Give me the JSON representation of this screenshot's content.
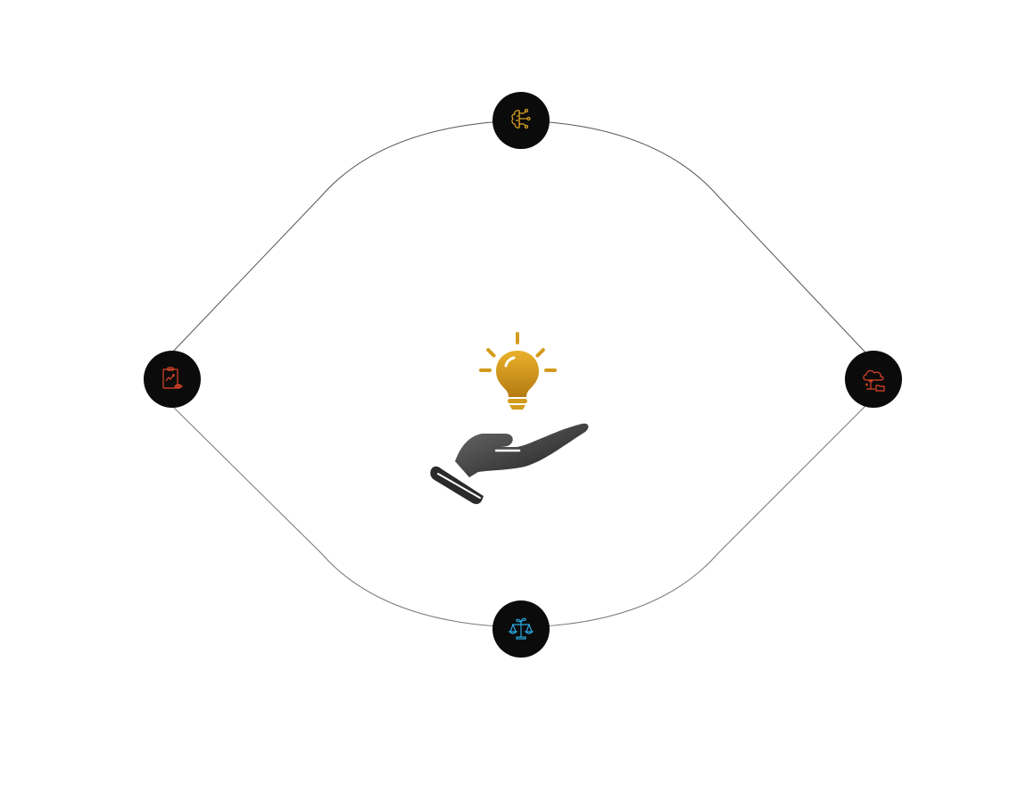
{
  "diagram": {
    "center": {
      "icons": [
        "lightbulb-icon",
        "open-hand-icon"
      ],
      "colors": {
        "bulb": "#d39b1c",
        "hand": "#3a3a3a"
      }
    },
    "nodes": [
      {
        "id": "top",
        "icon": "ai-brain-network-icon",
        "color": "#e0a526"
      },
      {
        "id": "left",
        "icon": "report-chart-eye-icon",
        "color": "#e0462a"
      },
      {
        "id": "right",
        "icon": "cloud-folder-transfer-icon",
        "color": "#e0462a"
      },
      {
        "id": "bottom",
        "icon": "balance-scale-sprout-icon",
        "color": "#2aa6de"
      }
    ],
    "node_background": "#0b0b0b",
    "connector_color": "#333333"
  }
}
